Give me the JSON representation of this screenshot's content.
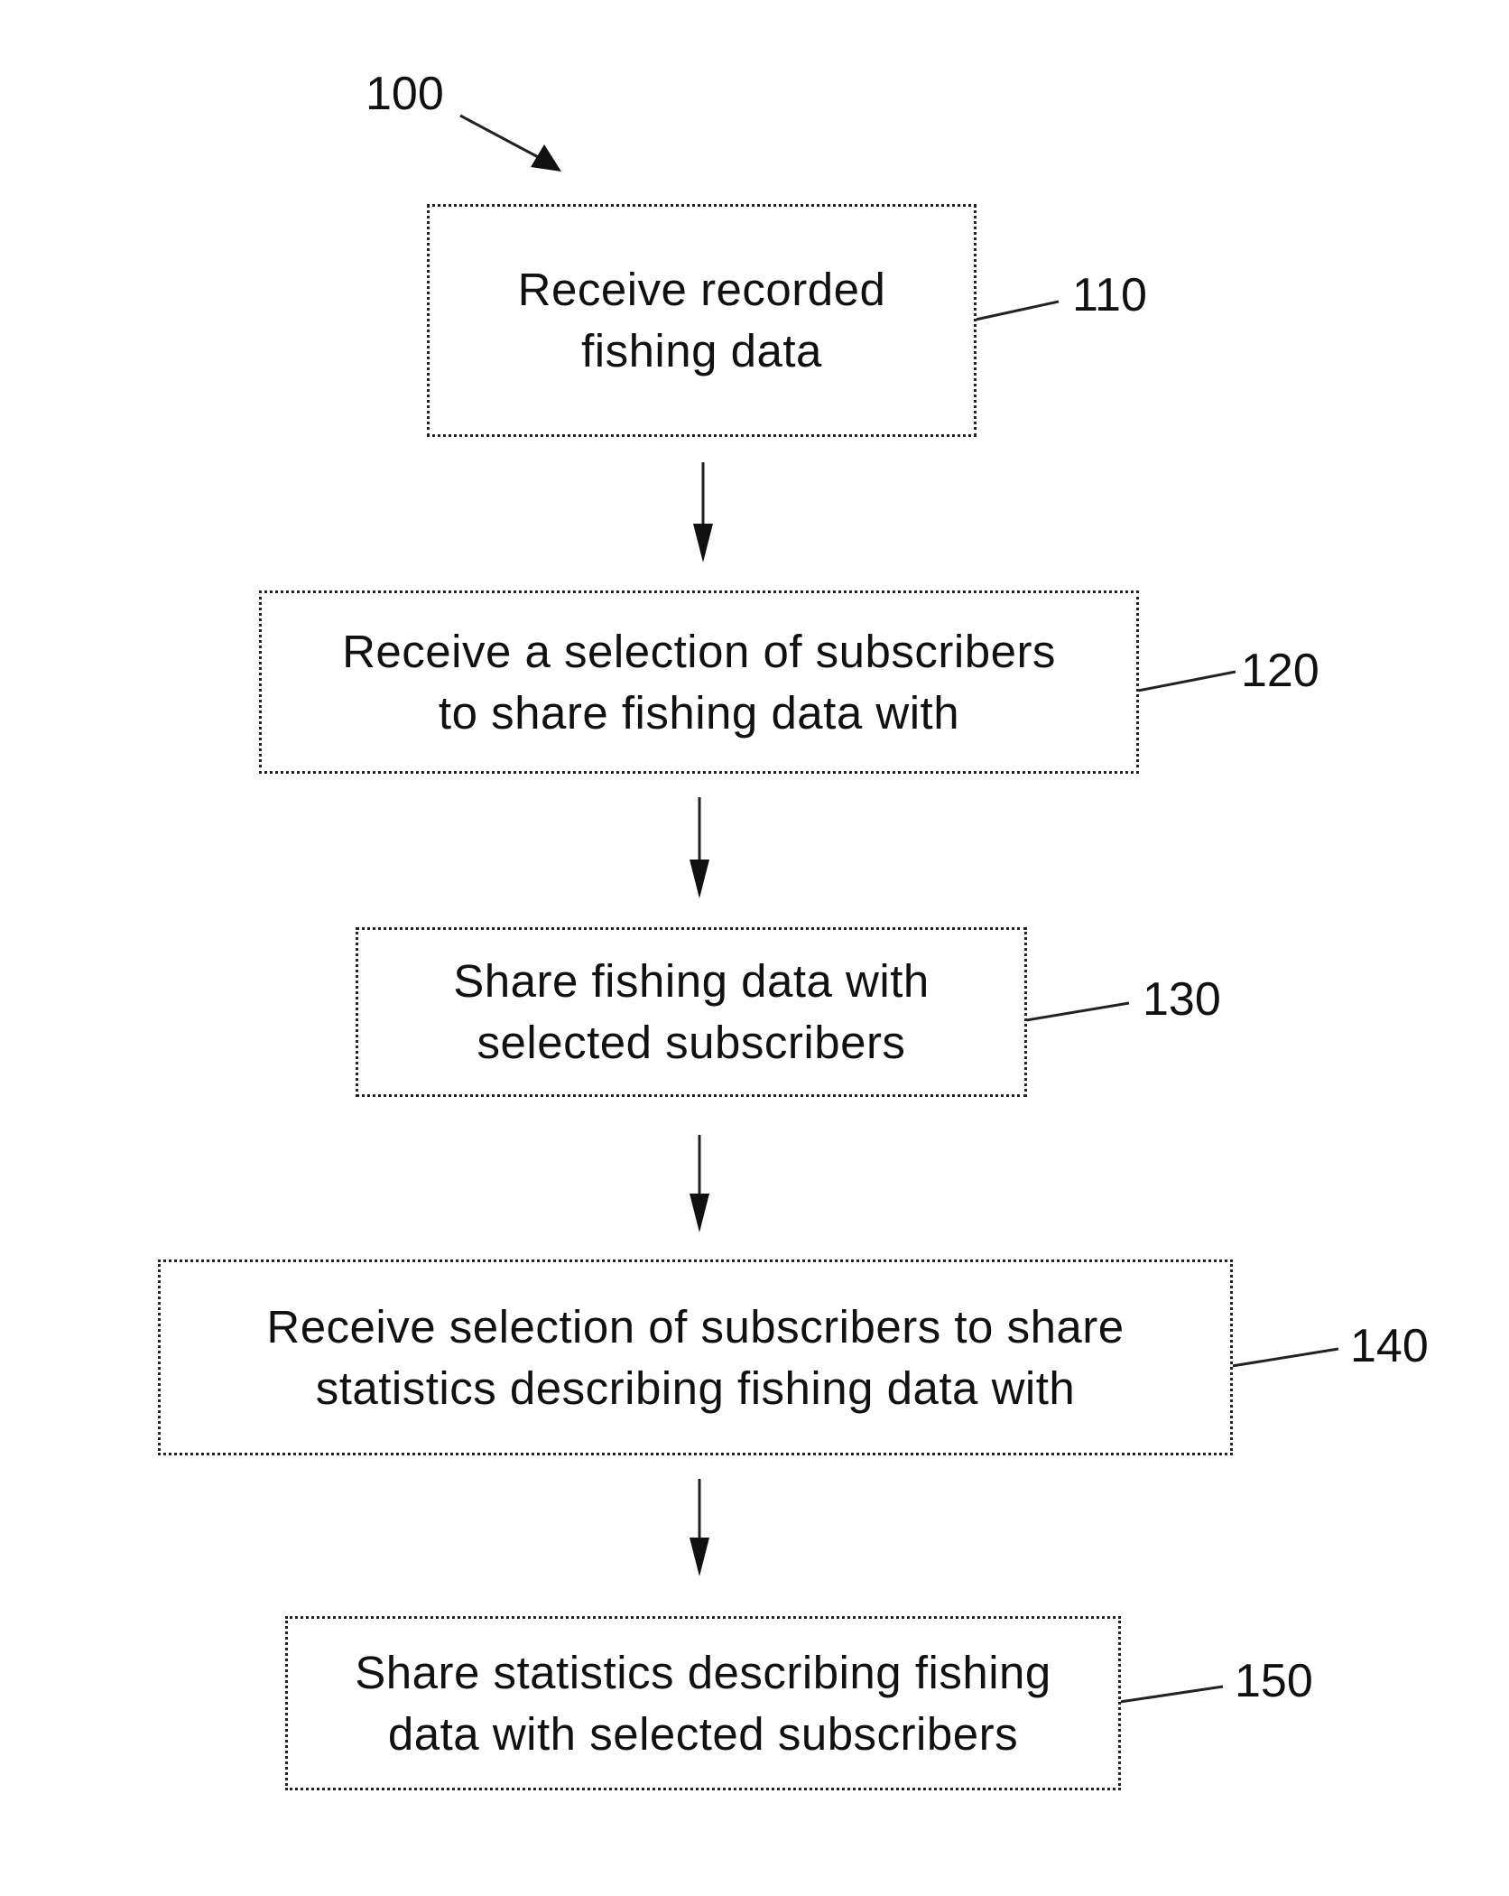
{
  "figure": {
    "ref_label": "100",
    "steps": [
      {
        "ref": "110",
        "lines": [
          "Receive recorded",
          "fishing data"
        ]
      },
      {
        "ref": "120",
        "lines": [
          "Receive a selection of subscribers",
          "to share fishing data with"
        ]
      },
      {
        "ref": "130",
        "lines": [
          "Share fishing data with",
          "selected subscribers"
        ]
      },
      {
        "ref": "140",
        "lines": [
          "Receive selection of subscribers to share",
          "statistics describing fishing data with"
        ]
      },
      {
        "ref": "150",
        "lines": [
          "Share statistics describing fishing",
          "data with selected subscribers"
        ]
      }
    ]
  }
}
